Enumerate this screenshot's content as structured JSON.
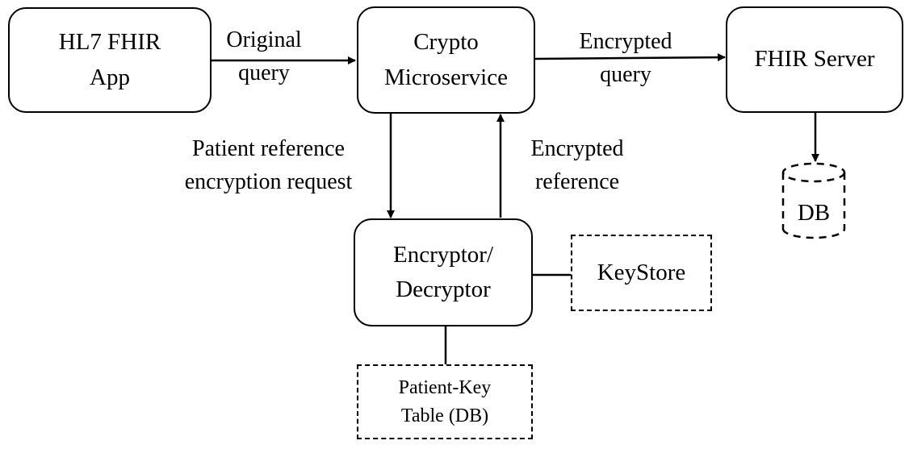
{
  "nodes": {
    "hl7_app": {
      "lines": [
        "HL7 FHIR",
        "App"
      ]
    },
    "crypto": {
      "lines": [
        "Crypto",
        "Microservice"
      ]
    },
    "fhir_server": {
      "lines": [
        "FHIR Server"
      ]
    },
    "encryptor": {
      "lines": [
        "Encryptor/",
        "Decryptor"
      ]
    },
    "keystore": {
      "lines": [
        "KeyStore"
      ]
    },
    "patient_key": {
      "lines": [
        "Patient-Key",
        "Table (DB)"
      ]
    },
    "db": {
      "lines": [
        "DB"
      ]
    }
  },
  "edges": {
    "original_query": [
      "Original",
      "query"
    ],
    "encrypted_query": [
      "Encrypted",
      "query"
    ],
    "encryption_request": [
      "Patient reference",
      "encryption request"
    ],
    "encrypted_reference": [
      "Encrypted",
      "reference"
    ]
  }
}
